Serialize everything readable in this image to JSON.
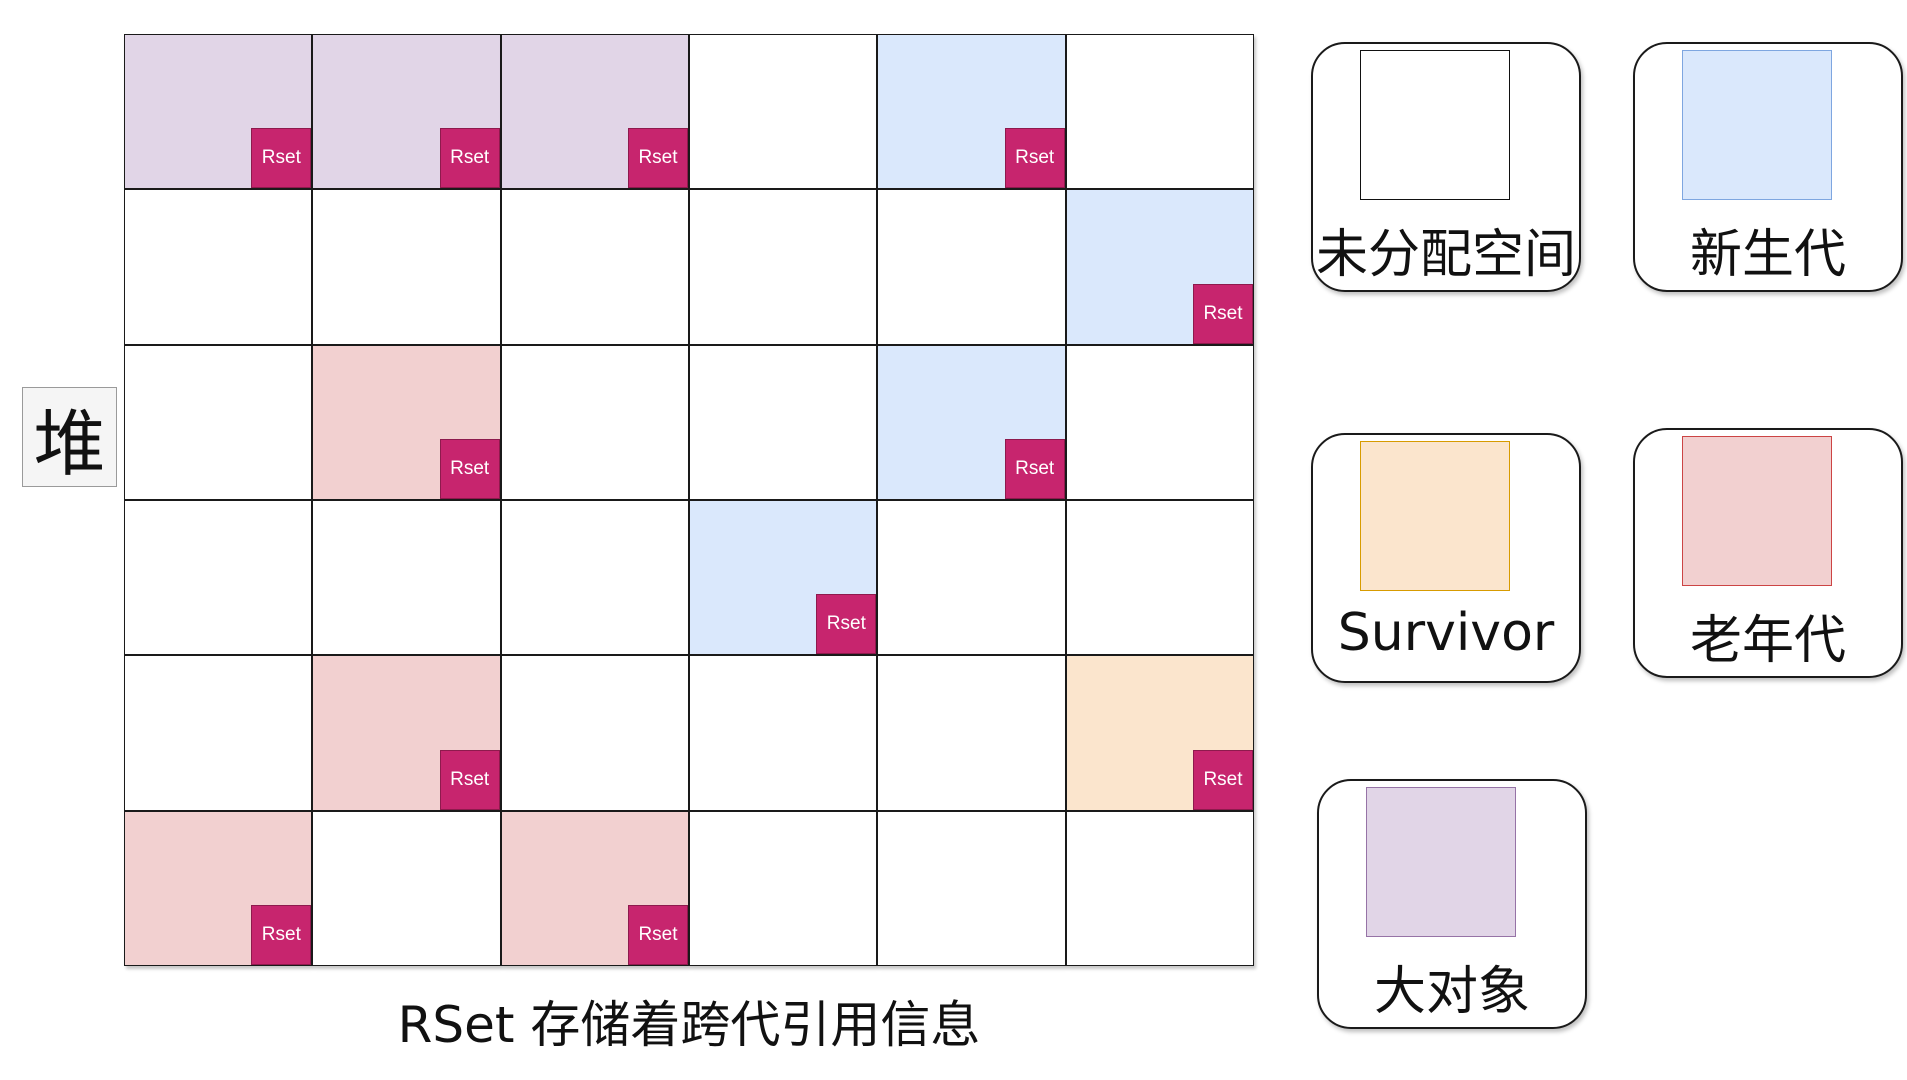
{
  "heap_label": "堆",
  "caption": "RSet 存储着跨代引用信息",
  "rset_label": "Rset",
  "colors": {
    "unallocated": "#ffffff",
    "young": "#dae8fc",
    "old": "#f2d0d0",
    "survivor": "#fbe5cd",
    "humongous": "#e1d5e7",
    "rset": "#c7256e"
  },
  "grid": {
    "rows": [
      [
        {
          "type": "humongous",
          "rset": true
        },
        {
          "type": "humongous",
          "rset": true
        },
        {
          "type": "humongous",
          "rset": true
        },
        {
          "type": "unalloc",
          "rset": false
        },
        {
          "type": "young",
          "rset": true
        },
        {
          "type": "unalloc",
          "rset": false
        }
      ],
      [
        {
          "type": "unalloc",
          "rset": false
        },
        {
          "type": "unalloc",
          "rset": false
        },
        {
          "type": "unalloc",
          "rset": false
        },
        {
          "type": "unalloc",
          "rset": false
        },
        {
          "type": "unalloc",
          "rset": false
        },
        {
          "type": "young",
          "rset": true
        }
      ],
      [
        {
          "type": "unalloc",
          "rset": false
        },
        {
          "type": "old",
          "rset": true
        },
        {
          "type": "unalloc",
          "rset": false
        },
        {
          "type": "unalloc",
          "rset": false
        },
        {
          "type": "young",
          "rset": true
        },
        {
          "type": "unalloc",
          "rset": false
        }
      ],
      [
        {
          "type": "unalloc",
          "rset": false
        },
        {
          "type": "unalloc",
          "rset": false
        },
        {
          "type": "unalloc",
          "rset": false
        },
        {
          "type": "young",
          "rset": true
        },
        {
          "type": "unalloc",
          "rset": false
        },
        {
          "type": "unalloc",
          "rset": false
        }
      ],
      [
        {
          "type": "unalloc",
          "rset": false
        },
        {
          "type": "old",
          "rset": true
        },
        {
          "type": "unalloc",
          "rset": false
        },
        {
          "type": "unalloc",
          "rset": false
        },
        {
          "type": "unalloc",
          "rset": false
        },
        {
          "type": "survivor",
          "rset": true
        }
      ],
      [
        {
          "type": "old",
          "rset": true
        },
        {
          "type": "unalloc",
          "rset": false
        },
        {
          "type": "old",
          "rset": true
        },
        {
          "type": "unalloc",
          "rset": false
        },
        {
          "type": "unalloc",
          "rset": false
        },
        {
          "type": "unalloc",
          "rset": false
        }
      ]
    ]
  },
  "legend": {
    "unallocated": "未分配空间",
    "young": "新生代",
    "survivor": "Survivor",
    "old": "老年代",
    "humongous": "大对象"
  }
}
